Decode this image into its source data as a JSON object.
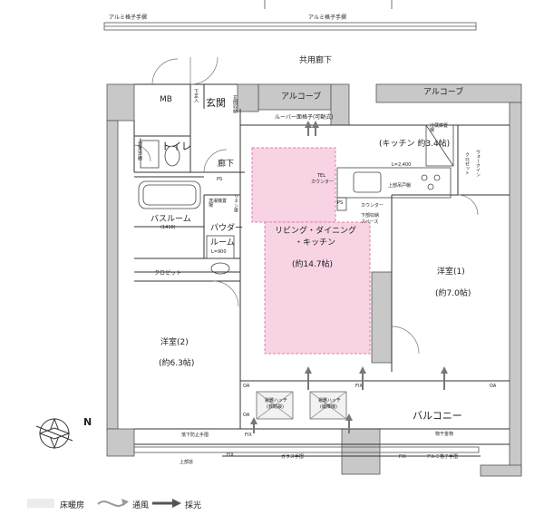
{
  "rooms": {
    "mb": "MB",
    "genkan": "玄関",
    "genkan_storage": "玄関収納",
    "genkan_storage_note": "L=900",
    "shoe_box": "下足入",
    "alcove_left": "アルコーブ",
    "alcove_right": "アルコーブ",
    "corridor_top": "共用廊下",
    "louver_note": "ルーバー面格子(可動式)",
    "toilet": "トイレ",
    "upper_shelf": "上部吊戸棚",
    "hallway": "廊下",
    "ps": "PS",
    "ps2": "PS",
    "bathroom": "バスルーム",
    "bathroom_size": "(1418)",
    "washer": "洗濯機置場",
    "linen": "リネン庫",
    "powder": "パウダー",
    "powder_room": "ルーム",
    "powder_note": "L=900",
    "closet_mid": "クロゼット",
    "kitchen": "(キッチン 約3.4帖)",
    "fridge": "冷蔵庫置場",
    "walkin": "ウォークイン",
    "walkin2": "クロゼット",
    "kitchen_L": "L=2,400",
    "upper_cabinet": "上部吊戸棚",
    "tel_counter": "TEL",
    "tel_counter2": "カウンター",
    "counter": "カウンター",
    "floor_storage": "下部収納",
    "floor_storage2": "スペース",
    "ldk_line1": "リビング・ダイニング",
    "ldk_line2": "・キッチン",
    "ldk_size": "(約14.7帖)",
    "western1": "洋室(1)",
    "western1_size": "(約7.0帖)",
    "western2": "洋室(2)",
    "western2_size": "(約6.3帖)",
    "balcony": "バルコニー",
    "hatch1": "避難ハッチ",
    "hatch1b": "(救助袋)",
    "hatch2": "避難ハッチ",
    "hatch2b": "(緩降機)",
    "oa1": "OA",
    "oa2": "OA",
    "oa3": "OA",
    "fix1": "FIX",
    "fix2": "FIX",
    "fix3": "FIX",
    "fix4": "FIX",
    "drain": "物干金物",
    "alu_top1": "アルミ格子手摺",
    "alu_top2": "アルミ格子手摺",
    "alu_bottom": "アルミ格子手摺",
    "glass_rail": "ガラス手摺",
    "fall_rail": "落下防止手摺",
    "upper_fix": "上部窓",
    "n_mark": "N"
  },
  "legend": {
    "floor_heating": "床暖房",
    "ventilation": "通風",
    "lighting": "採光"
  },
  "colors": {
    "ldk_fill": "#f7d3e4",
    "ldk_border": "#e07fae",
    "wall": "#c8c8c8",
    "line": "#333333"
  }
}
